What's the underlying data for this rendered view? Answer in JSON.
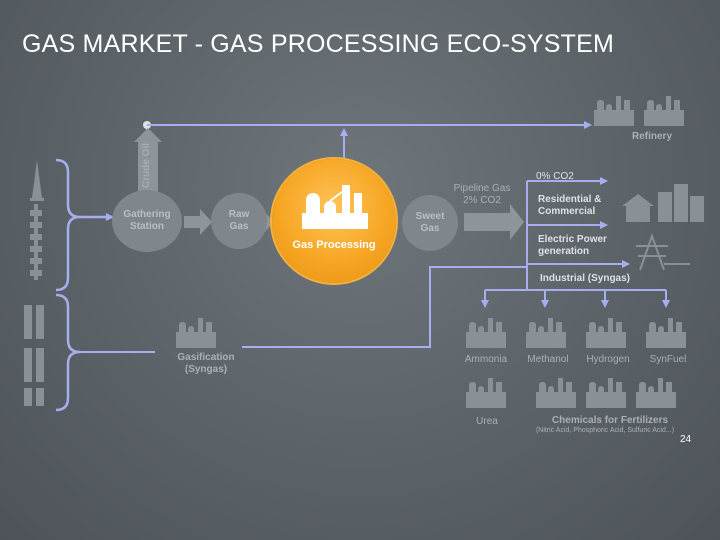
{
  "slide": {
    "title": "GAS MARKET - GAS PROCESSING ECO-SYSTEM",
    "page_number": "24"
  },
  "nodes": {
    "gathering_station": "Gathering Station",
    "raw_gas": "Raw Gas",
    "gas_processing": "Gas Processing",
    "sweet_gas": "Sweet Gas",
    "crude_oil": "Crude Oil",
    "refinery": "Refinery",
    "gasification": "Gasification (Syngas)"
  },
  "pipeline": {
    "label_line1": "Pipeline Gas",
    "label_line2": "2% CO2"
  },
  "outputs": {
    "co2_zero": "0% CO2",
    "residential": "Residential & Commercial",
    "electric": "Electric Power generation",
    "industrial": "Industrial (Syngas)"
  },
  "products": {
    "ammonia": "Ammonia",
    "methanol": "Methanol",
    "hydrogen": "Hydrogen",
    "synfuel": "SynFuel",
    "urea": "Urea",
    "chemicals": "Chemicals for Fertilizers",
    "chemicals_sub": "(Nitric Acid, Phosphoric Acid, Sulfuric Acid...)"
  },
  "colors": {
    "arrow": "#a7aef0",
    "accent": "#f6a623",
    "node": "#80878c",
    "factory": "#8a9196"
  },
  "icons": [
    "oil-well-icon",
    "gas-wells-icon",
    "refinery-icon",
    "factory-icon",
    "house-icon",
    "city-buildings-icon",
    "power-tower-icon"
  ]
}
